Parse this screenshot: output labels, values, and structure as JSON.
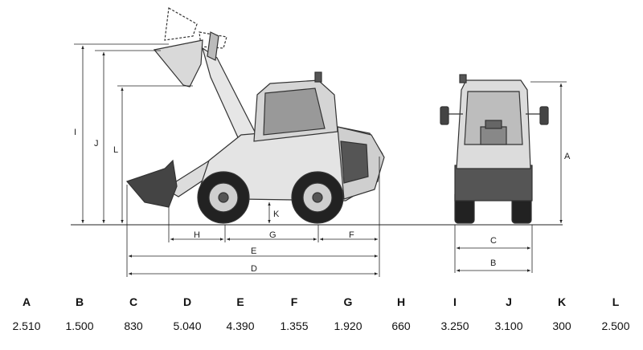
{
  "side_view_labels": {
    "A": "A",
    "B": "B",
    "C": "C",
    "D": "D",
    "E": "E",
    "F": "F",
    "G": "G",
    "H": "H",
    "I": "I",
    "J": "J",
    "K": "K",
    "L": "L"
  },
  "specs": [
    {
      "key": "A",
      "value": "2.510"
    },
    {
      "key": "B",
      "value": "1.500"
    },
    {
      "key": "C",
      "value": "830"
    },
    {
      "key": "D",
      "value": "5.040"
    },
    {
      "key": "E",
      "value": "4.390"
    },
    {
      "key": "F",
      "value": "1.355"
    },
    {
      "key": "G",
      "value": "1.920"
    },
    {
      "key": "H",
      "value": "660"
    },
    {
      "key": "I",
      "value": "3.250"
    },
    {
      "key": "J",
      "value": "3.100"
    },
    {
      "key": "K",
      "value": "300"
    },
    {
      "key": "L",
      "value": "2.500"
    }
  ]
}
